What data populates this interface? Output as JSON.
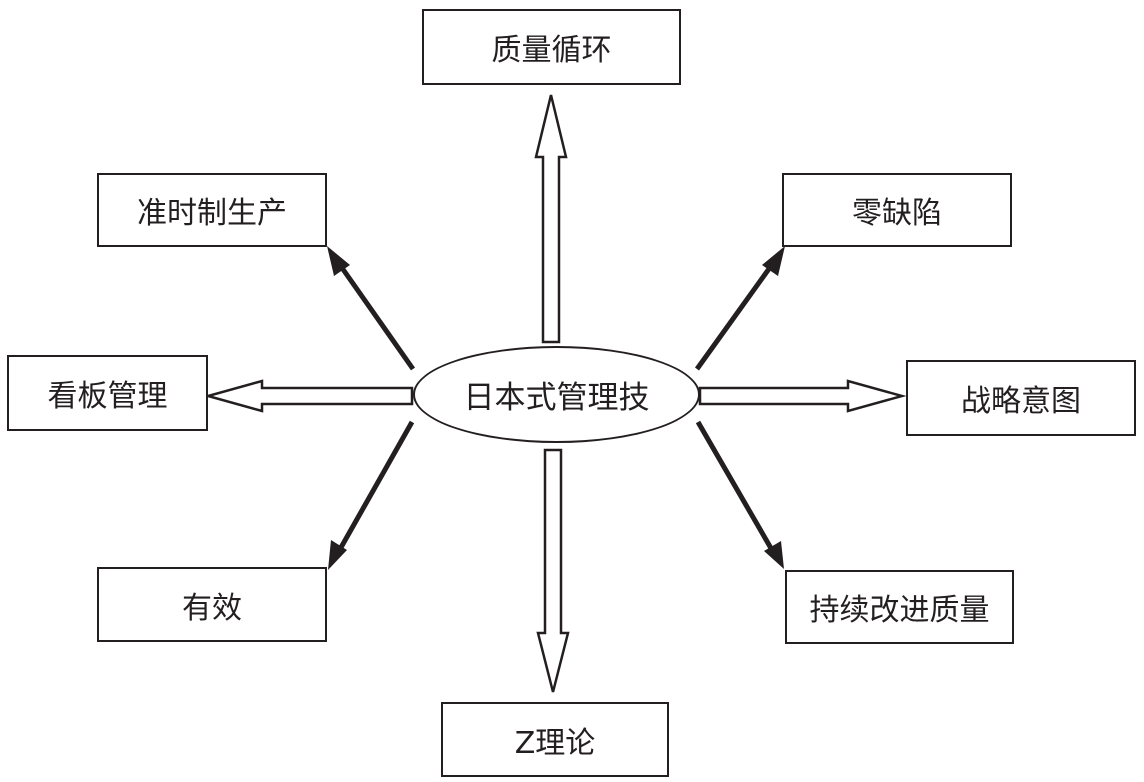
{
  "diagram": {
    "center": {
      "label": "日本式管理技"
    },
    "nodes": [
      {
        "id": "quality-circle",
        "label": "质量循环"
      },
      {
        "id": "jit-production",
        "label": "准时制生产"
      },
      {
        "id": "zero-defect",
        "label": "零缺陷"
      },
      {
        "id": "kanban-management",
        "label": "看板管理"
      },
      {
        "id": "strategic-intent",
        "label": "战略意图"
      },
      {
        "id": "effective",
        "label": "有效"
      },
      {
        "id": "continuous-quality-improvement",
        "label": "持续改进质量"
      },
      {
        "id": "theory-z",
        "label": "Z理论"
      }
    ]
  },
  "colors": {
    "line": "#231f20",
    "fill": "#ffffff"
  }
}
